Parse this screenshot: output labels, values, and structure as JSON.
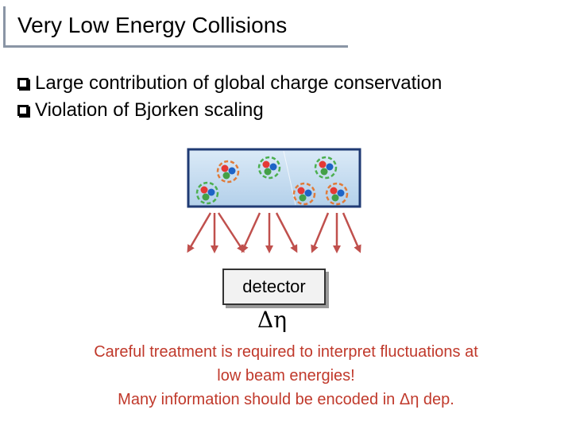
{
  "slide": {
    "title": "Very Low Energy Collisions",
    "bullets": [
      "Large contribution of global charge conservation",
      "Violation of Bjorken scaling"
    ]
  },
  "diagram": {
    "detector_label": "detector",
    "delta_eta_symbol": "Δη",
    "colors": {
      "box_border": "#1f3a73",
      "box_fill_top": "#dbeaf7",
      "box_fill_bottom": "#b3d0ea",
      "ring": "#e07b39",
      "ring_alt": "#4caf50",
      "quark_red": "#e53935",
      "quark_green": "#43a047",
      "quark_blue": "#1e63c6",
      "arrow": "#c0504d"
    }
  },
  "note": {
    "line1": "Careful treatment is required to interpret fluctuations at",
    "line2": "low beam energies!",
    "line3": "Many information should be encoded in Δη dep."
  }
}
